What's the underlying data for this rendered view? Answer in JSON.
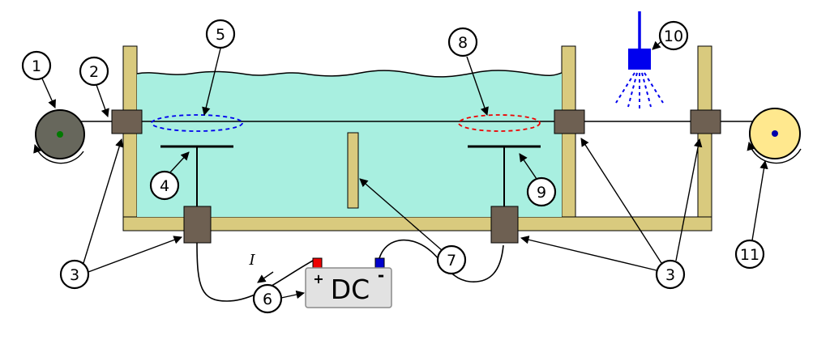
{
  "diagram": {
    "type": "schematic-wire-coating-electrolytic-bath",
    "callouts": {
      "c1": "1",
      "c2": "2",
      "c3_left": "3",
      "c4": "4",
      "c5": "5",
      "c6": "6",
      "c7": "7",
      "c8": "8",
      "c9": "9",
      "c3_right": "3",
      "c10": "10",
      "c11": "11"
    },
    "power_supply": {
      "label": "DC",
      "plus": "+",
      "minus": "-"
    },
    "current_label": "I",
    "colors": {
      "tank_wall": "#d9ca7e",
      "liquid": "#a8efe0",
      "feedthrough_block": "#6e6052",
      "supply_reel": "#67675c",
      "supply_reel_hub": "#007a00",
      "takeup_reel": "#ffe88e",
      "takeup_reel_hub": "#0000aa",
      "glow_left": "#0000ee",
      "glow_right": "#ee0000",
      "spray": "#0000ee",
      "dc_body": "#e2e2e2",
      "terminal_positive": "#ee0000",
      "terminal_negative": "#0000cc"
    }
  }
}
